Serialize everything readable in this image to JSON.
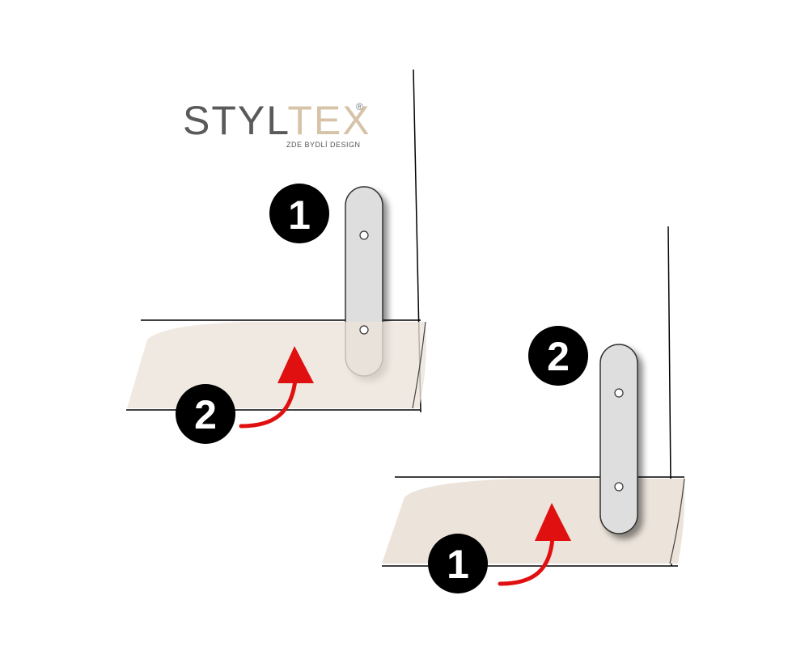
{
  "logo": {
    "word_part_a": "STYL",
    "word_part_b": "TEX",
    "registered_mark": "®",
    "tagline": "ZDE BYDLÍ DESIGN"
  },
  "panels": [
    {
      "name": "left",
      "bracket_badge": "1",
      "arrow_badge": "2"
    },
    {
      "name": "right",
      "bracket_badge": "2",
      "arrow_badge": "1"
    }
  ],
  "colors": {
    "arrow": "#e01010",
    "fabric": "#ece3da",
    "badge": "#000000",
    "bracket": "#dcdcdc"
  }
}
